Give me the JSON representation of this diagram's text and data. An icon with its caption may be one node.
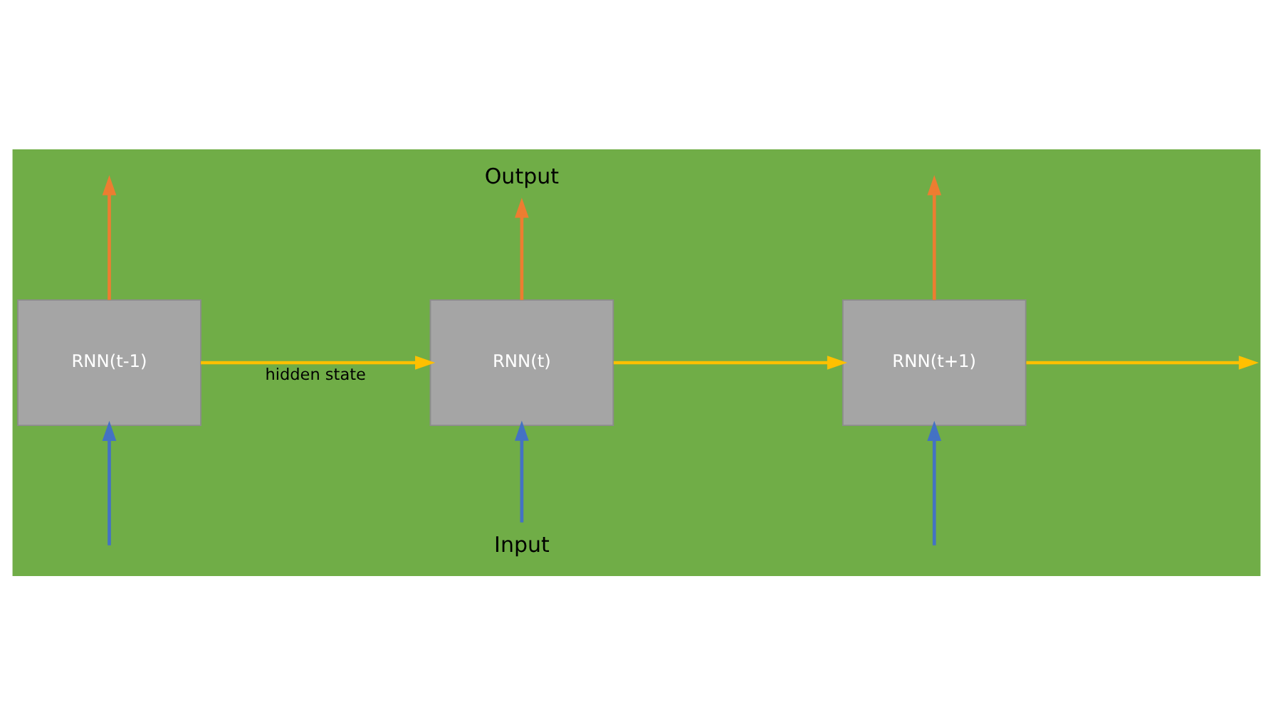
{
  "diagram": {
    "nodes": [
      {
        "text": [
          "RNN(t-1)"
        ]
      },
      {
        "text": [
          "RNN(t)"
        ]
      },
      {
        "text": [
          "RNN(t+1)"
        ]
      },
      {
        "text": [
          "Output"
        ]
      },
      {
        "text": [
          "Input"
        ]
      }
    ],
    "edges": [
      {
        "from": 0,
        "to": 1,
        "arrow": "to",
        "label": "hidden state",
        "color": "#ffc000"
      },
      {
        "from": 1,
        "to": 2,
        "arrow": "to",
        "color": "#ffc000"
      },
      {
        "from": 2,
        "to": null,
        "arrow": "to",
        "color": "#ffc000"
      },
      {
        "from": 0,
        "to": null,
        "arrow": "to",
        "color": "#ed7d31"
      },
      {
        "from": 1,
        "to": 3,
        "arrow": "to",
        "color": "#ed7d31"
      },
      {
        "from": 2,
        "to": null,
        "arrow": "to",
        "color": "#ed7d31"
      },
      {
        "from": null,
        "to": 0,
        "arrow": "to",
        "color": "#4472c4"
      },
      {
        "from": 4,
        "to": 1,
        "arrow": "to",
        "color": "#4472c4"
      },
      {
        "from": null,
        "to": 2,
        "arrow": "to",
        "color": "#4472c4"
      }
    ]
  }
}
